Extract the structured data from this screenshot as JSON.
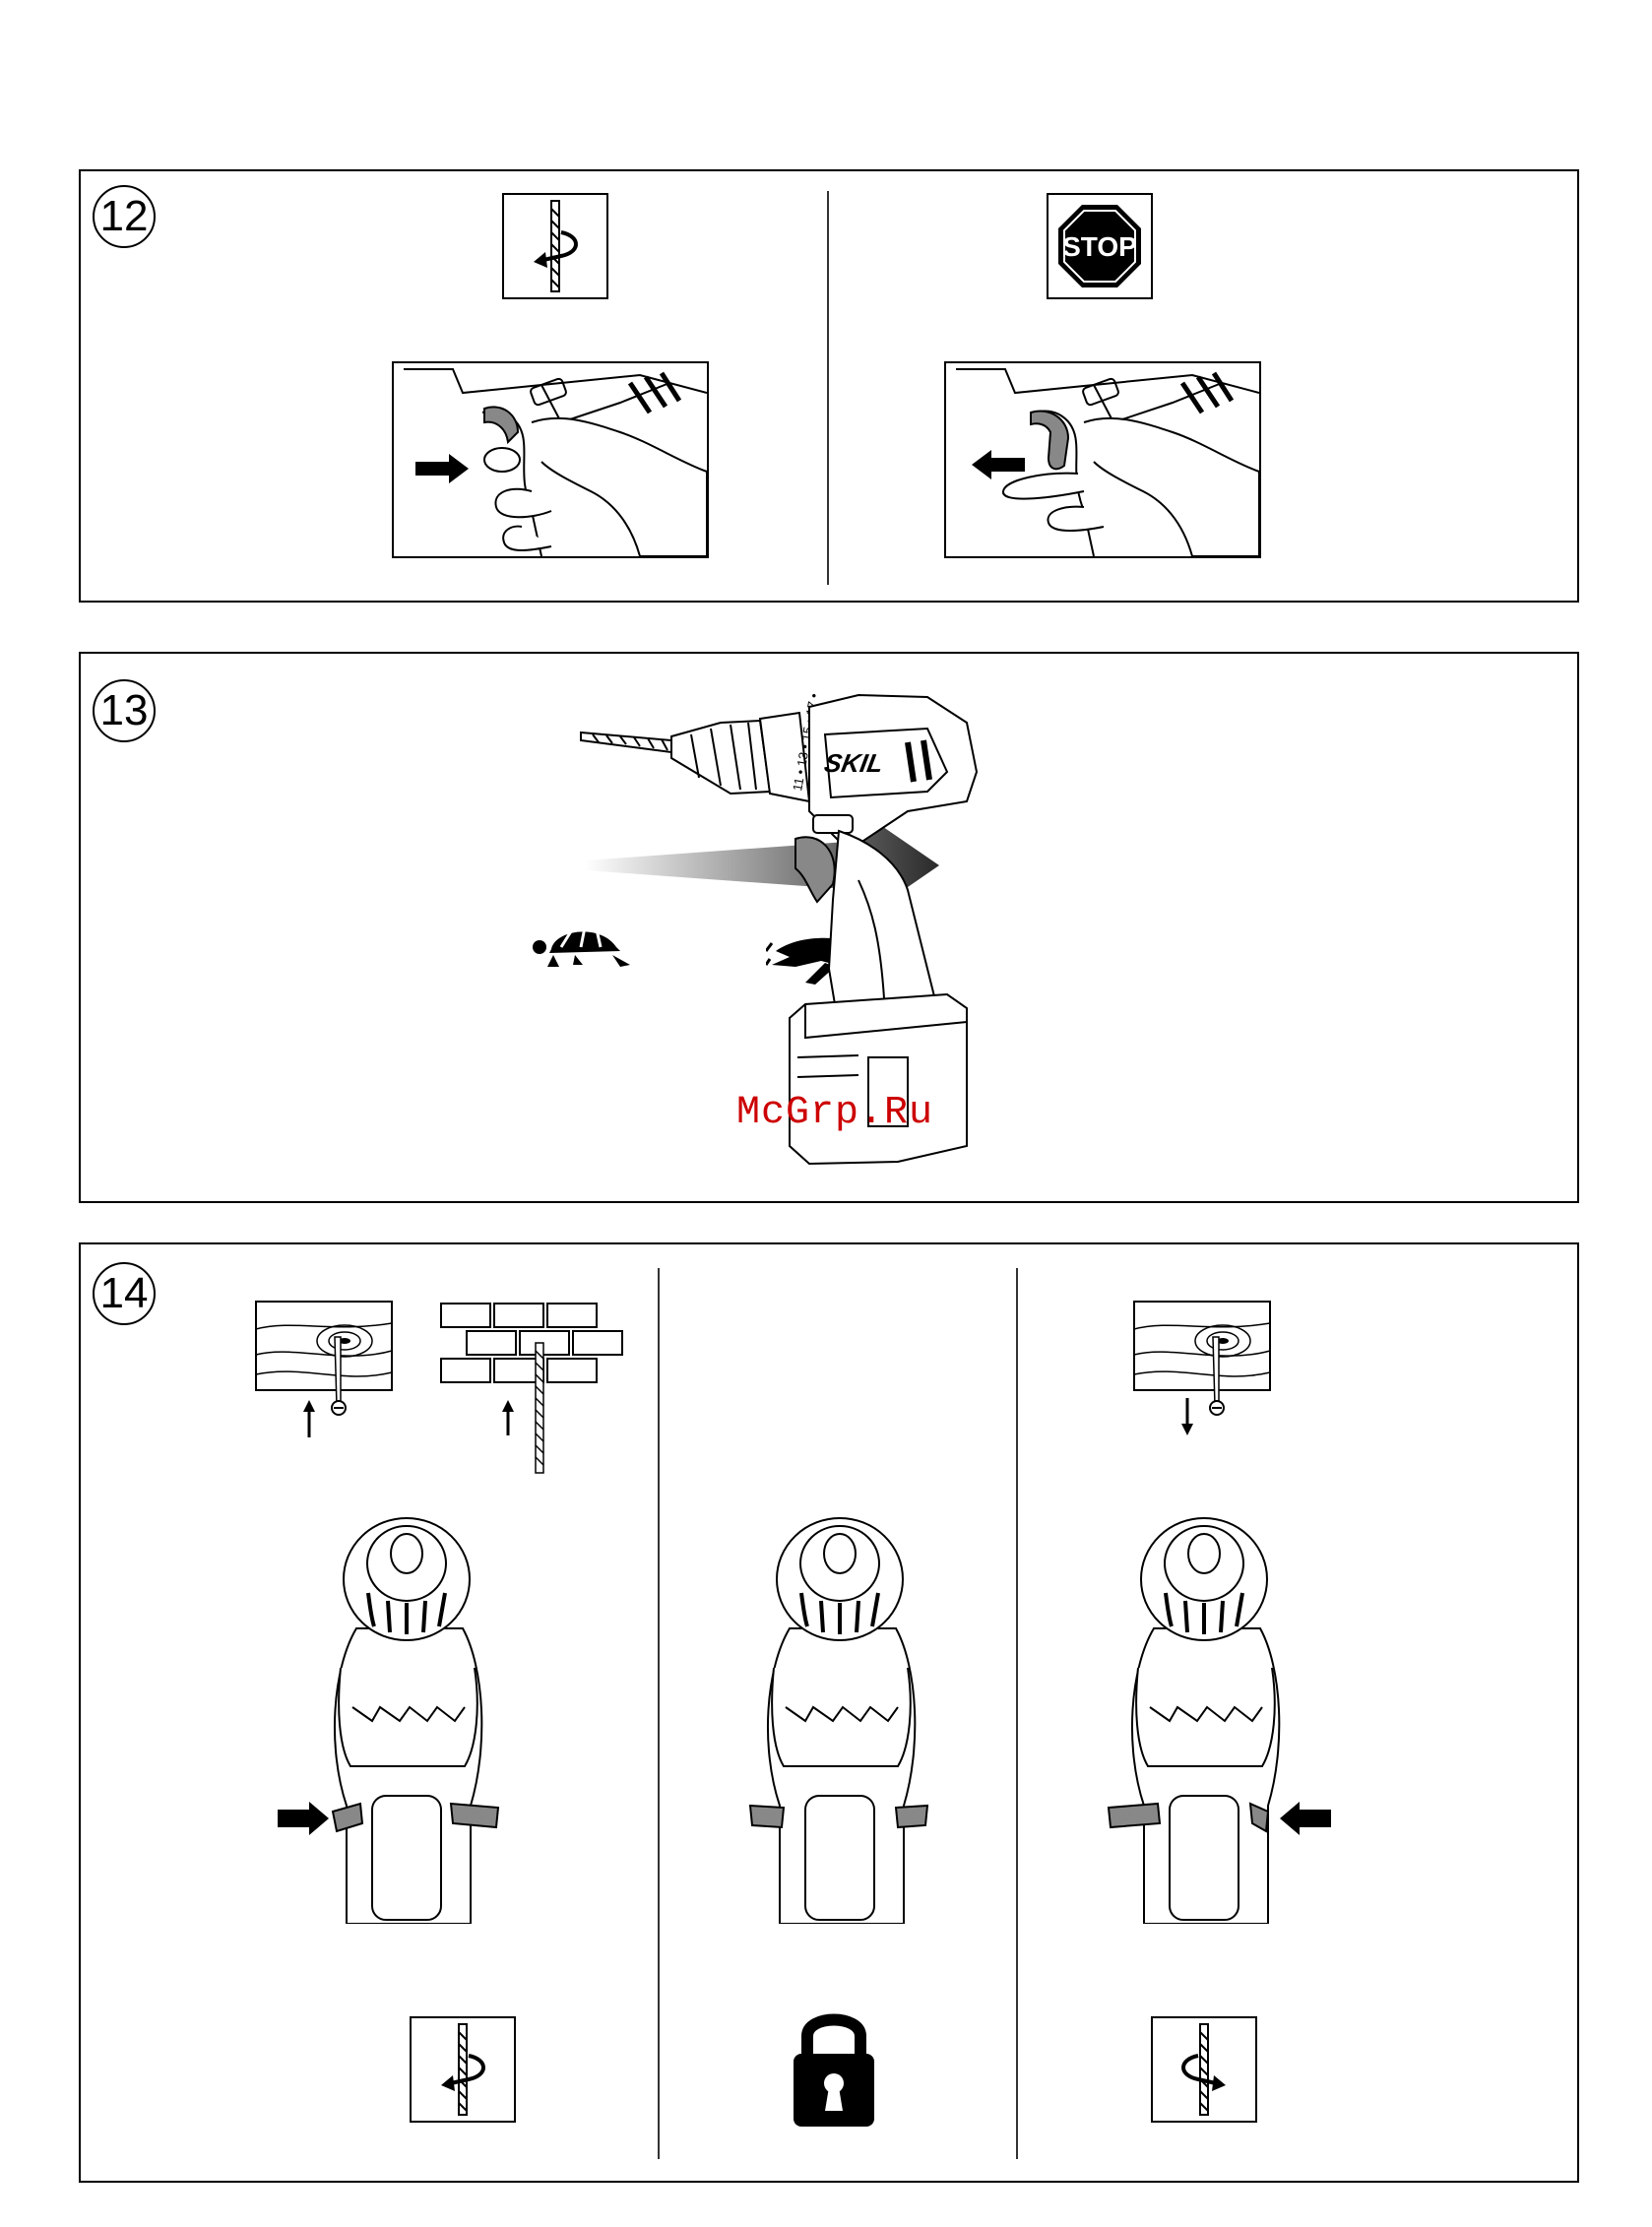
{
  "panels": [
    {
      "number": "12"
    },
    {
      "number": "13"
    },
    {
      "number": "14"
    }
  ],
  "stop_sign": {
    "text": "STOP"
  },
  "drill": {
    "brand": "SKIL",
    "torque_scale": "11 • 13 • 15 • 17 •"
  },
  "watermark": {
    "text": "McGrp.Ru",
    "color": "#cc0000"
  },
  "icons": {
    "rotate_cw": "rotate-clockwise-icon",
    "rotate_ccw": "rotate-counterclockwise-icon",
    "stop": "stop-sign-icon",
    "turtle": "turtle-slow-icon",
    "hare": "hare-fast-icon",
    "lock": "padlock-icon"
  }
}
